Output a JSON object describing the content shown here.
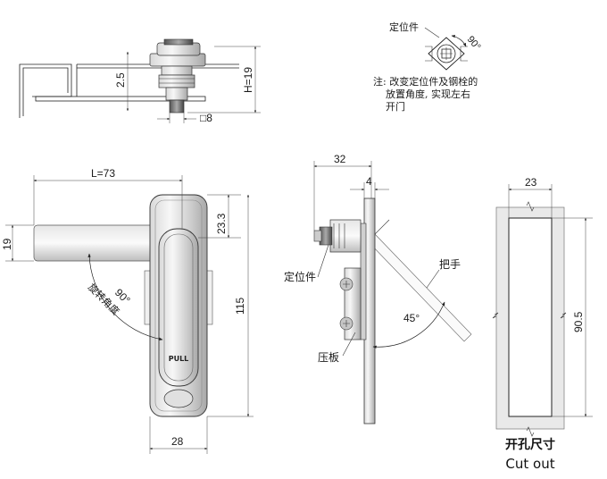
{
  "top_side_view": {
    "dim_thickness": "2.5",
    "dim_height": "H=19",
    "dim_square": "□8"
  },
  "cam_detail": {
    "label_positioner": "定位件",
    "angle": "90°",
    "note_line1": "注: 改变定位件及钢栓的",
    "note_line2": "放置角度, 实现左右",
    "note_line3": "开门"
  },
  "front_view": {
    "dim_length": "L=73",
    "dim_handle_height": "19",
    "dim_top": "23.3",
    "dim_total_height": "115",
    "dim_width": "28",
    "rotation_angle": "90°",
    "rotation_label": "旋转角度",
    "pull_label": "PULL"
  },
  "side_view": {
    "dim_depth": "32",
    "dim_plate": "4",
    "label_positioner": "定位件",
    "label_handle": "把手",
    "label_pressure_plate": "压板",
    "open_angle": "45°"
  },
  "cutout": {
    "dim_width": "23",
    "dim_height": "90.5",
    "title_cn": "开孔尺寸",
    "title_en": "Cut out"
  }
}
